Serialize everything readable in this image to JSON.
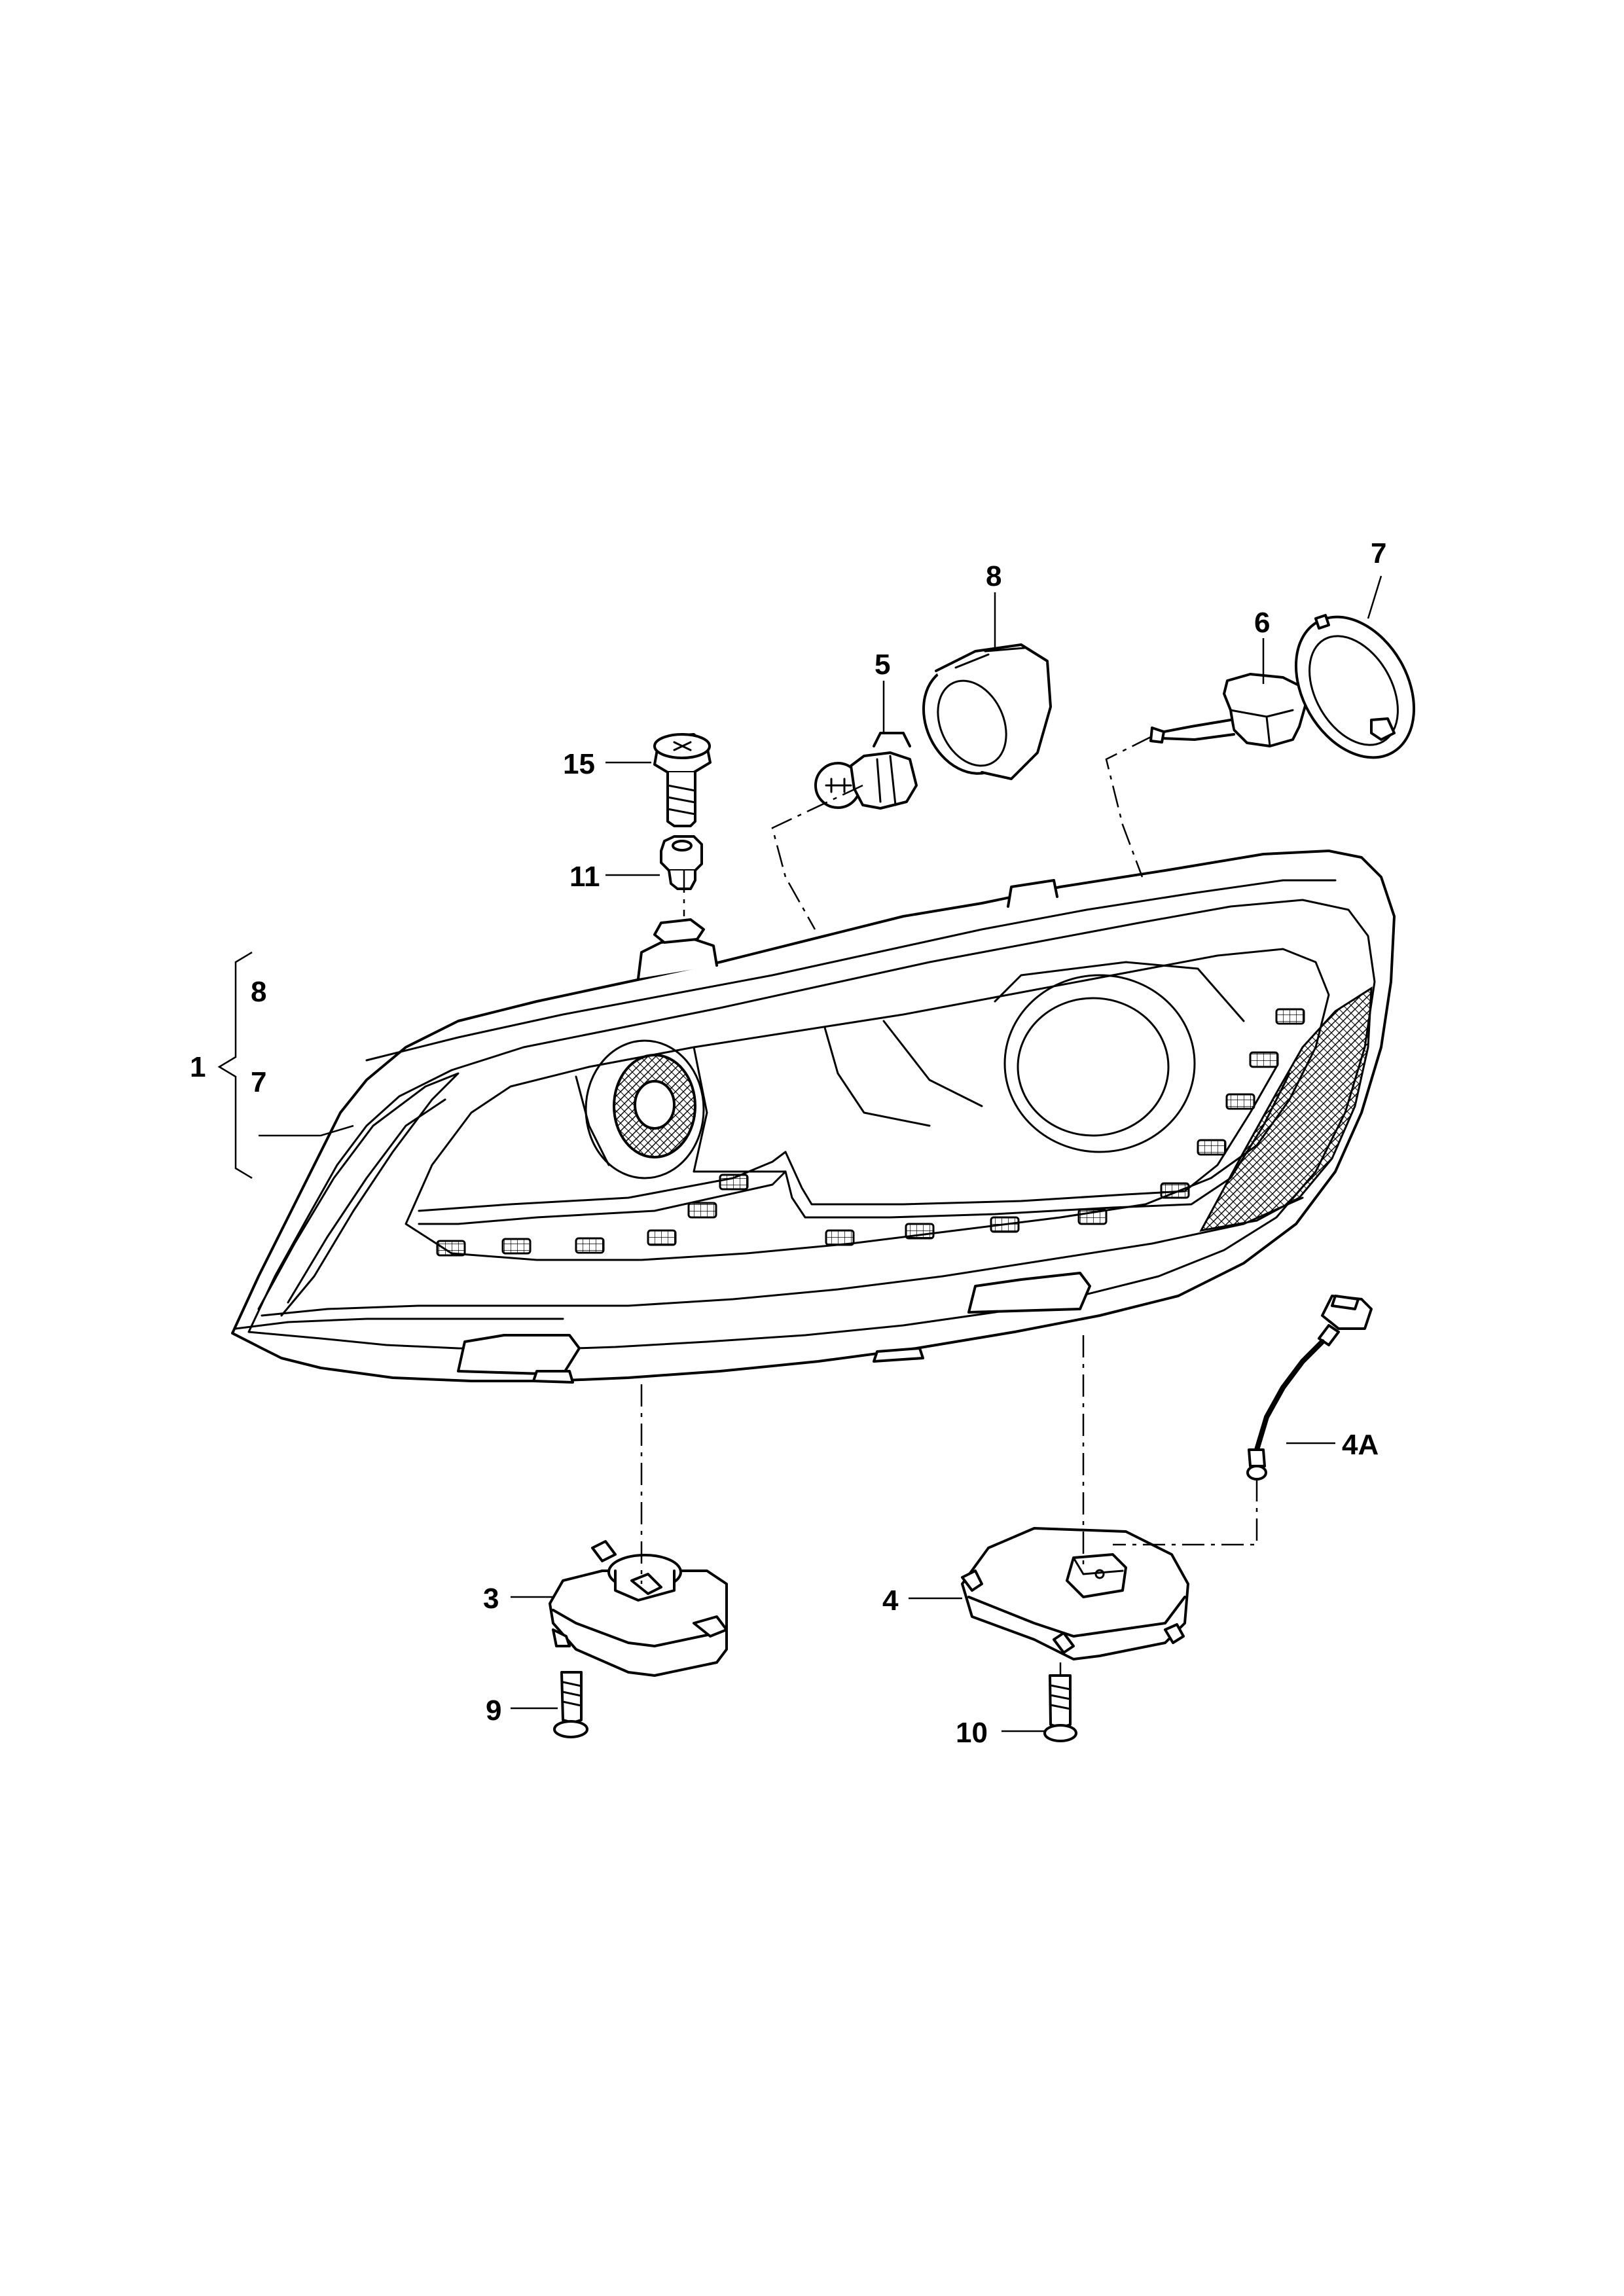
{
  "callouts": {
    "c1": "1",
    "c1_upper": "8",
    "c1_lower": "7",
    "c3": "3",
    "c4": "4",
    "c4a": "4A",
    "c5": "5",
    "c6": "6",
    "c7": "7",
    "c8": "8",
    "c9": "9",
    "c10": "10",
    "c11": "11",
    "c15": "15"
  },
  "colors": {
    "line": "#000000",
    "background": "#ffffff"
  }
}
